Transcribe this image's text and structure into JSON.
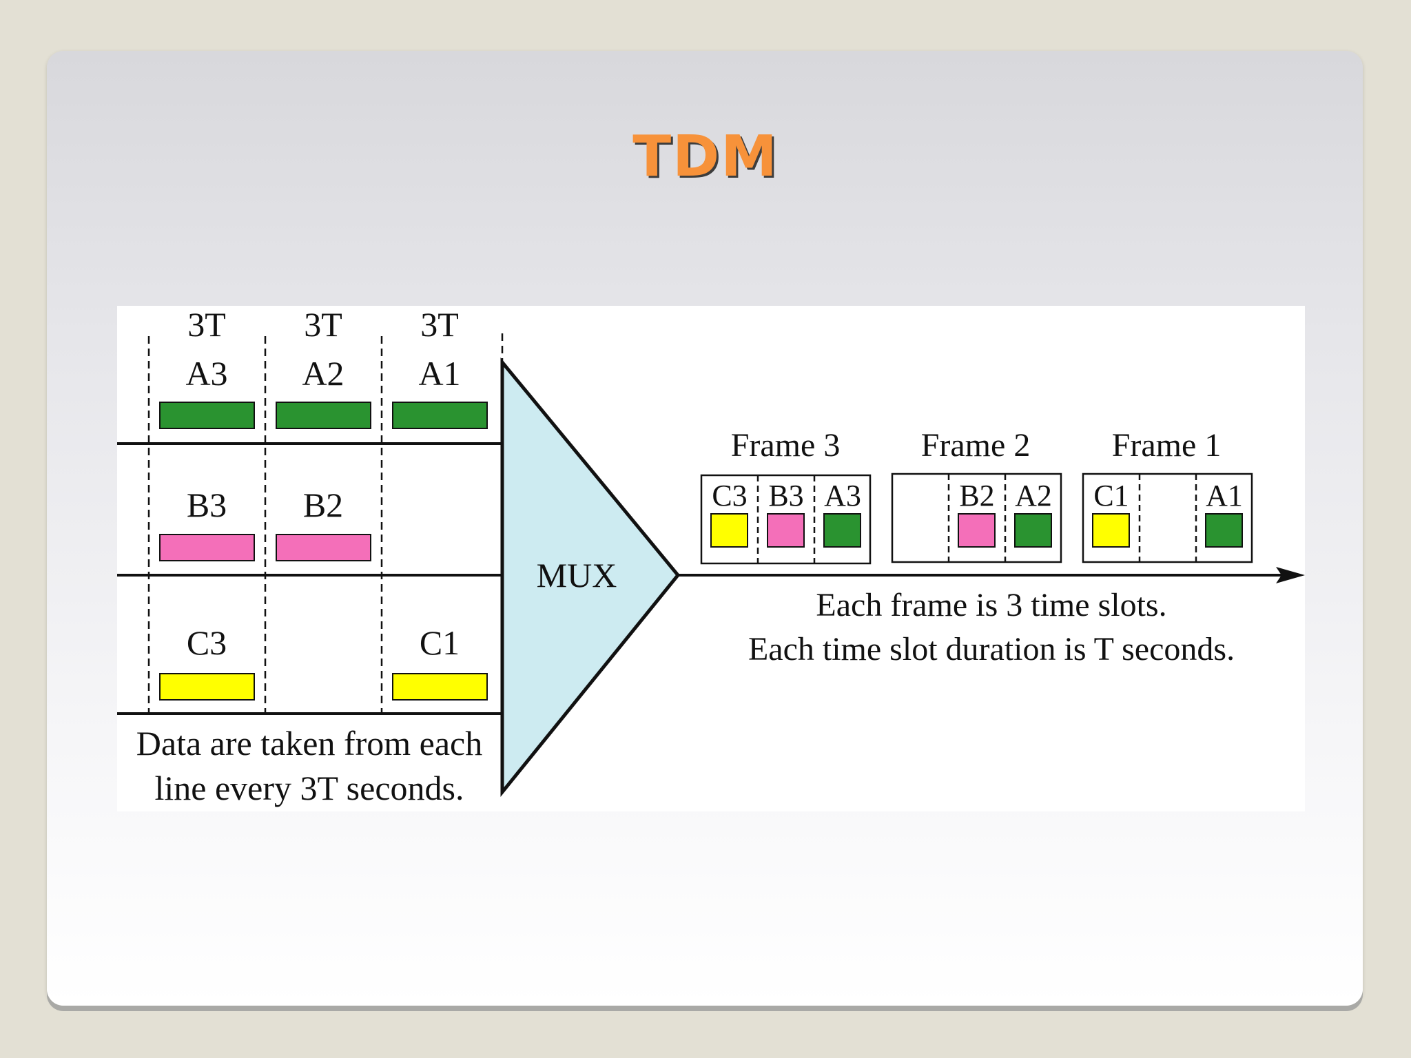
{
  "slide": {
    "title": "TDM"
  },
  "diagram": {
    "period_labels": [
      "3T",
      "3T",
      "3T"
    ],
    "lines": [
      {
        "name": "A",
        "units": [
          "A3",
          "A2",
          "A1"
        ],
        "color": "#2a9330"
      },
      {
        "name": "B",
        "units": [
          "B3",
          "B2",
          ""
        ],
        "color": "#f46fb9"
      },
      {
        "name": "C",
        "units": [
          "C3",
          "",
          "C1"
        ],
        "color": "#ffff00"
      }
    ],
    "input_caption": [
      "Data are taken from each",
      "line every 3T seconds."
    ],
    "mux_label": "MUX",
    "frames": [
      {
        "label": "Frame 3",
        "slots": [
          "C3",
          "B3",
          "A3"
        ]
      },
      {
        "label": "Frame 2",
        "slots": [
          "",
          "B2",
          "A2"
        ]
      },
      {
        "label": "Frame 1",
        "slots": [
          "C1",
          "",
          "A1"
        ]
      }
    ],
    "output_caption": [
      "Each frame is 3 time slots.",
      "Each time slot duration is T seconds."
    ]
  }
}
